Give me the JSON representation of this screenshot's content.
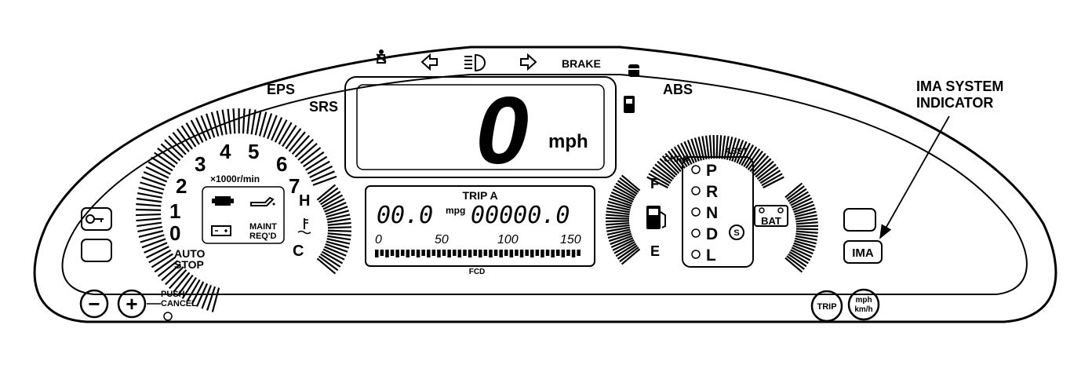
{
  "warning_lamps": {
    "brake": "BRAKE",
    "eps": "EPS",
    "srs": "SRS",
    "abs": "ABS"
  },
  "speedometer": {
    "digit": "0",
    "unit": "mph"
  },
  "tachometer": {
    "numbers": [
      "0",
      "1",
      "2",
      "3",
      "4",
      "5",
      "6",
      "7"
    ],
    "unit": "×1000r/min",
    "auto_stop_line1": "AUTO",
    "auto_stop_line2": "STOP"
  },
  "temperature": {
    "hot": "H",
    "cold": "C"
  },
  "indicators": {
    "maint_line1": "MAINT",
    "maint_line2": "REQ'D"
  },
  "odometer": {
    "trip_label": "TRIP A",
    "mpg_value": "00.0",
    "mpg_unit": "mpg",
    "odo_value": "00000.0",
    "scale": [
      "0",
      "50",
      "100",
      "150"
    ],
    "fcd_label": "FCD"
  },
  "ima_gauge": {
    "charge": "CHRG",
    "assist": "ASST"
  },
  "fuel": {
    "full": "F",
    "empty": "E"
  },
  "gear_selector": {
    "gears": [
      "P",
      "R",
      "N",
      "D",
      "L"
    ]
  },
  "battery_label": "BAT",
  "ima_button": "IMA",
  "buttons": {
    "minus": "−",
    "plus": "+",
    "push_line1": "PUSH",
    "push_line2": "CANCEL",
    "trip": "TRIP",
    "units_line1": "mph",
    "units_line2": "km/h"
  },
  "callout": {
    "line1": "IMA SYSTEM",
    "line2": "INDICATOR"
  }
}
